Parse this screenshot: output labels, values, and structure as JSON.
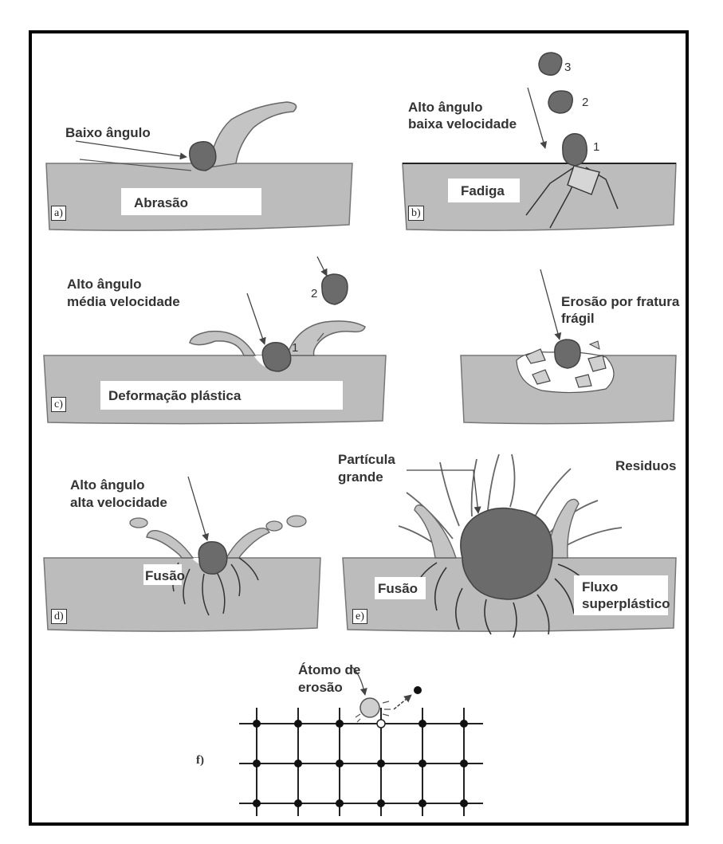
{
  "panels": {
    "a": {
      "tag": "a)",
      "angle_label": "Baixo ângulo",
      "mechanism": "Abrasão"
    },
    "b": {
      "tag": "b)",
      "angle_label_1": "Alto ângulo",
      "angle_label_2": "baixa velocidade",
      "mechanism": "Fadiga",
      "seq": [
        "3",
        "2",
        "1"
      ]
    },
    "c": {
      "tag": "c)",
      "angle_label_1": "Alto ângulo",
      "angle_label_2": "média velocidade",
      "mechanism": "Deformação plástica",
      "seq": [
        "1",
        "2"
      ]
    },
    "c2": {
      "mechanism_1": "Erosão por fratura",
      "mechanism_2": "frágil"
    },
    "d": {
      "tag": "d)",
      "angle_label_1": "Alto ângulo",
      "angle_label_2": "alta velocidade",
      "mechanism": "Fusão"
    },
    "e": {
      "tag": "e)",
      "particle_1": "Partícula",
      "particle_2": "grande",
      "residue": "Residuos",
      "melt": "Fusão",
      "flow_1": "Fluxo",
      "flow_2": "superplástico"
    },
    "f": {
      "tag": "f)",
      "atom_1": "Átomo de",
      "atom_2": "erosão"
    }
  },
  "colors": {
    "material": "#bcbcbc",
    "particle": "#6b6b6b",
    "outline": "#555555",
    "frame": "#000000"
  }
}
